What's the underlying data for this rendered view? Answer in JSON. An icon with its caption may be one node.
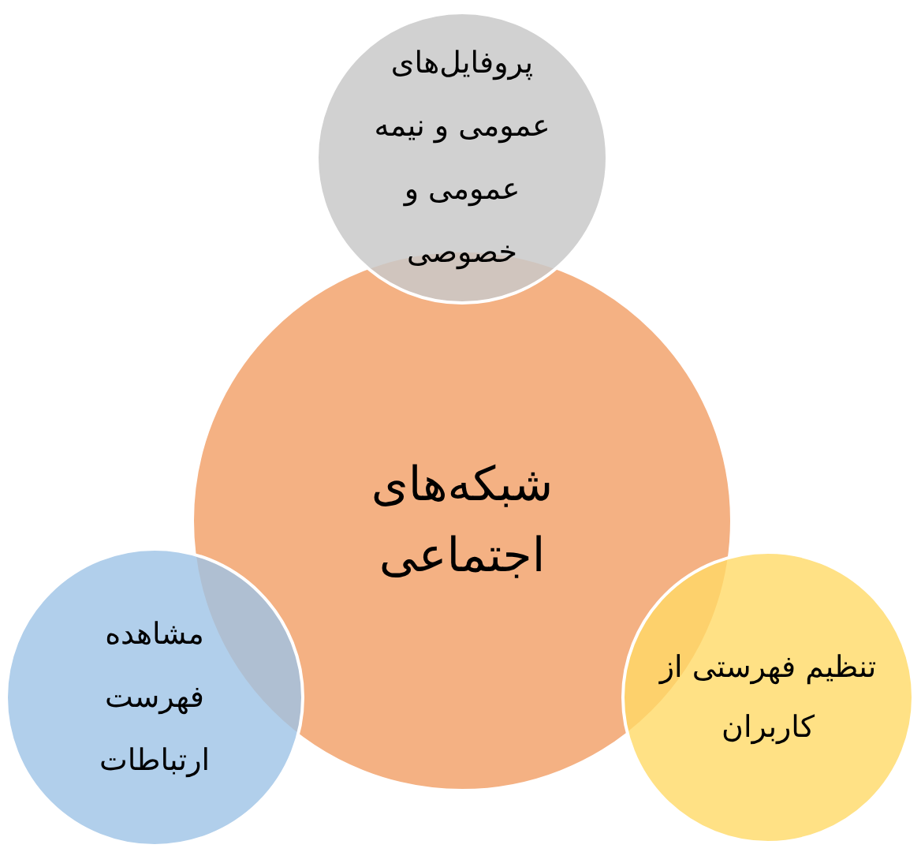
{
  "diagram": {
    "nodes": [
      {
        "text": [
          "شبکه‌های اجتماعی"
        ]
      },
      {
        "text": [
          "پروفایل‌های عمومی و نیمه عمومی و خصوصی"
        ]
      },
      {
        "text": [
          "مشاهده فهرست ارتباطات"
        ]
      },
      {
        "text": [
          "تنظیم فهرستی از کاربران"
        ]
      }
    ]
  }
}
